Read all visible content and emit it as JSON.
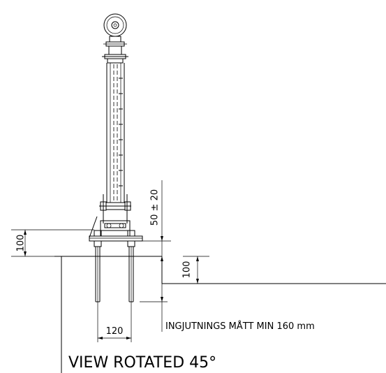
{
  "drawing": {
    "dimensions": {
      "base_plate_height": "100",
      "adjustment": "50 ± 20",
      "embed_depth": "100",
      "bolt_spacing": "120"
    },
    "note": "INGJUTNINGS MÅTT MIN 160 mm",
    "view_caption": "VIEW ROTATED 45°"
  }
}
